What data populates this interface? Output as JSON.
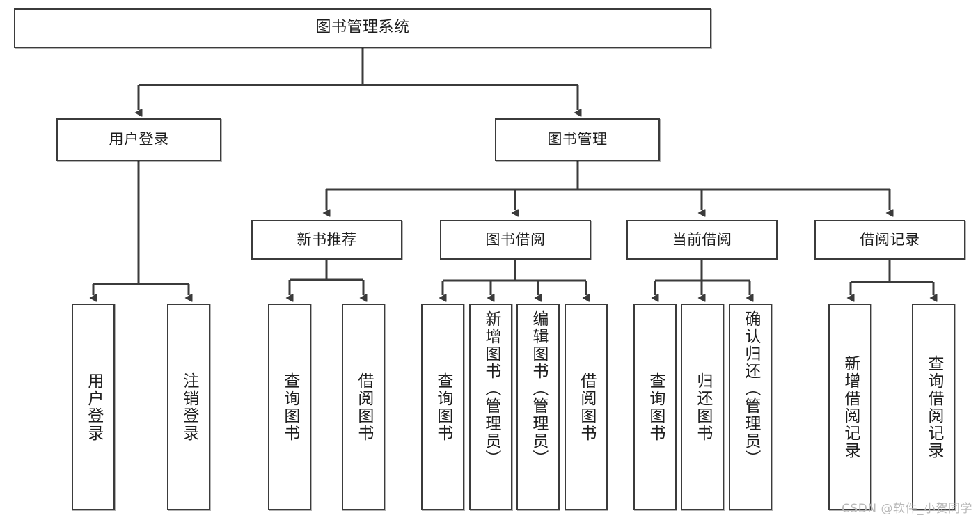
{
  "diagram": {
    "title": "图书管理系统",
    "type": "hierarchy-tree",
    "watermark": "CSDN @软件_小贺同学",
    "colors": {
      "border": "#3b3b3b",
      "text": "#1d1d1d",
      "background": "#ffffff",
      "watermark": "#b9b9b9"
    },
    "nodes": {
      "root": {
        "label": "图书管理系统"
      },
      "level2": [
        {
          "id": "user-login",
          "label": "用户登录"
        },
        {
          "id": "book-manage",
          "label": "图书管理"
        }
      ],
      "level3": [
        {
          "id": "new-book-recommend",
          "label": "新书推荐"
        },
        {
          "id": "book-borrow",
          "label": "图书借阅"
        },
        {
          "id": "current-borrow",
          "label": "当前借阅"
        },
        {
          "id": "borrow-record",
          "label": "借阅记录"
        }
      ],
      "leaves": {
        "user_login": [
          {
            "id": "leaf-user-login",
            "label": "用户登录"
          },
          {
            "id": "leaf-user-logout",
            "label": "注销登录"
          }
        ],
        "new_book_recommend": [
          {
            "id": "leaf-query-book-1",
            "label": "查询图书"
          },
          {
            "id": "leaf-borrow-book-1",
            "label": "借阅图书"
          }
        ],
        "book_borrow": [
          {
            "id": "leaf-query-book-2",
            "label": "查询图书"
          },
          {
            "id": "leaf-add-book",
            "label": "新增图书（管理员）"
          },
          {
            "id": "leaf-edit-book",
            "label": "编辑图书（管理员）"
          },
          {
            "id": "leaf-borrow-book-2",
            "label": "借阅图书"
          }
        ],
        "current_borrow": [
          {
            "id": "leaf-query-book-3",
            "label": "查询图书"
          },
          {
            "id": "leaf-return-book",
            "label": "归还图书"
          },
          {
            "id": "leaf-confirm-return",
            "label": "确认归还（管理员）"
          }
        ],
        "borrow_record": [
          {
            "id": "leaf-add-record",
            "label": "新增借阅记录"
          },
          {
            "id": "leaf-query-record",
            "label": "查询借阅记录"
          }
        ]
      }
    }
  }
}
